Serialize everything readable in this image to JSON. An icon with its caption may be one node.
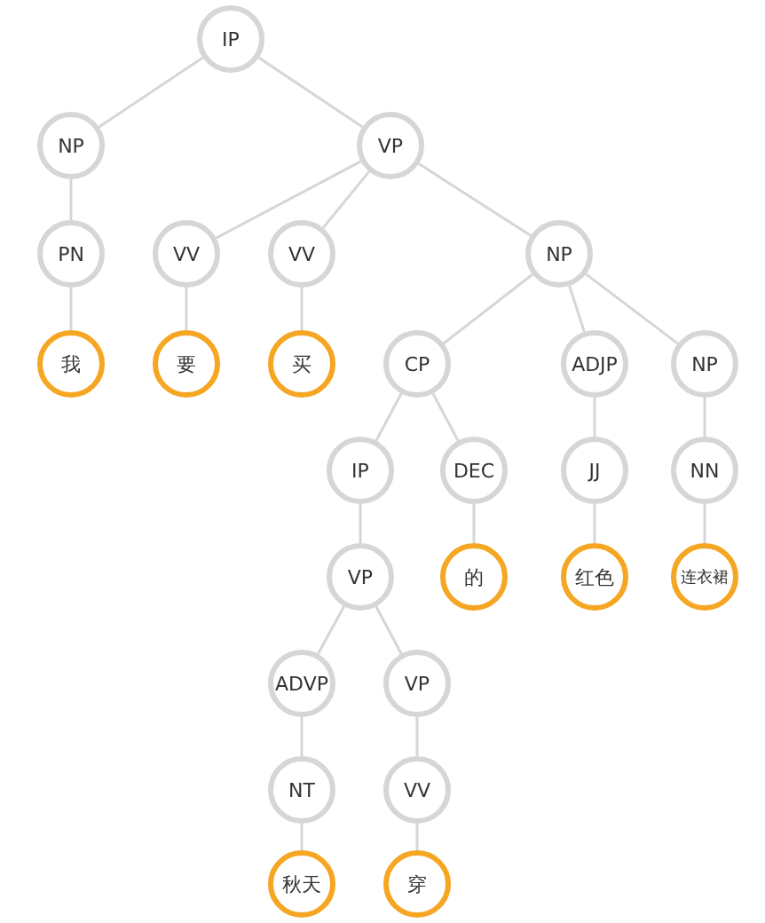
{
  "diagram": {
    "nodes": [
      {
        "text": [
          "IP"
        ]
      },
      {
        "text": [
          "NP"
        ]
      },
      {
        "text": [
          "VP"
        ]
      },
      {
        "text": [
          "PN"
        ]
      },
      {
        "text": [
          "VV"
        ]
      },
      {
        "text": [
          "VV"
        ]
      },
      {
        "text": [
          "NP"
        ]
      },
      {
        "text": [
          "我"
        ]
      },
      {
        "text": [
          "要"
        ]
      },
      {
        "text": [
          "买"
        ]
      },
      {
        "text": [
          "CP"
        ]
      },
      {
        "text": [
          "ADJP"
        ]
      },
      {
        "text": [
          "NP"
        ]
      },
      {
        "text": [
          "IP"
        ]
      },
      {
        "text": [
          "DEC"
        ]
      },
      {
        "text": [
          "JJ"
        ]
      },
      {
        "text": [
          "NN"
        ]
      },
      {
        "text": [
          "VP"
        ]
      },
      {
        "text": [
          "的"
        ]
      },
      {
        "text": [
          "红色"
        ]
      },
      {
        "text": [
          "连衣裙"
        ]
      },
      {
        "text": [
          "ADVP"
        ]
      },
      {
        "text": [
          "VP"
        ]
      },
      {
        "text": [
          "NT"
        ]
      },
      {
        "text": [
          "VV"
        ]
      },
      {
        "text": [
          "秋天"
        ]
      },
      {
        "text": [
          "穿"
        ]
      }
    ],
    "edges": [
      {
        "from": 0,
        "to": 1,
        "arrow": "none"
      },
      {
        "from": 0,
        "to": 2,
        "arrow": "none"
      },
      {
        "from": 1,
        "to": 3,
        "arrow": "none"
      },
      {
        "from": 2,
        "to": 4,
        "arrow": "none"
      },
      {
        "from": 2,
        "to": 5,
        "arrow": "none"
      },
      {
        "from": 2,
        "to": 6,
        "arrow": "none"
      },
      {
        "from": 3,
        "to": 7,
        "arrow": "none"
      },
      {
        "from": 4,
        "to": 8,
        "arrow": "none"
      },
      {
        "from": 5,
        "to": 9,
        "arrow": "none"
      },
      {
        "from": 6,
        "to": 10,
        "arrow": "none"
      },
      {
        "from": 6,
        "to": 11,
        "arrow": "none"
      },
      {
        "from": 6,
        "to": 12,
        "arrow": "none"
      },
      {
        "from": 10,
        "to": 13,
        "arrow": "none"
      },
      {
        "from": 10,
        "to": 14,
        "arrow": "none"
      },
      {
        "from": 11,
        "to": 15,
        "arrow": "none"
      },
      {
        "from": 12,
        "to": 16,
        "arrow": "none"
      },
      {
        "from": 13,
        "to": 17,
        "arrow": "none"
      },
      {
        "from": 14,
        "to": 18,
        "arrow": "none"
      },
      {
        "from": 15,
        "to": 19,
        "arrow": "none"
      },
      {
        "from": 16,
        "to": 20,
        "arrow": "none"
      },
      {
        "from": 17,
        "to": 21,
        "arrow": "none"
      },
      {
        "from": 17,
        "to": 22,
        "arrow": "none"
      },
      {
        "from": 21,
        "to": 23,
        "arrow": "none"
      },
      {
        "from": 22,
        "to": 24,
        "arrow": "none"
      },
      {
        "from": 23,
        "to": 25,
        "arrow": "none"
      },
      {
        "from": 24,
        "to": 26,
        "arrow": "none"
      }
    ]
  }
}
